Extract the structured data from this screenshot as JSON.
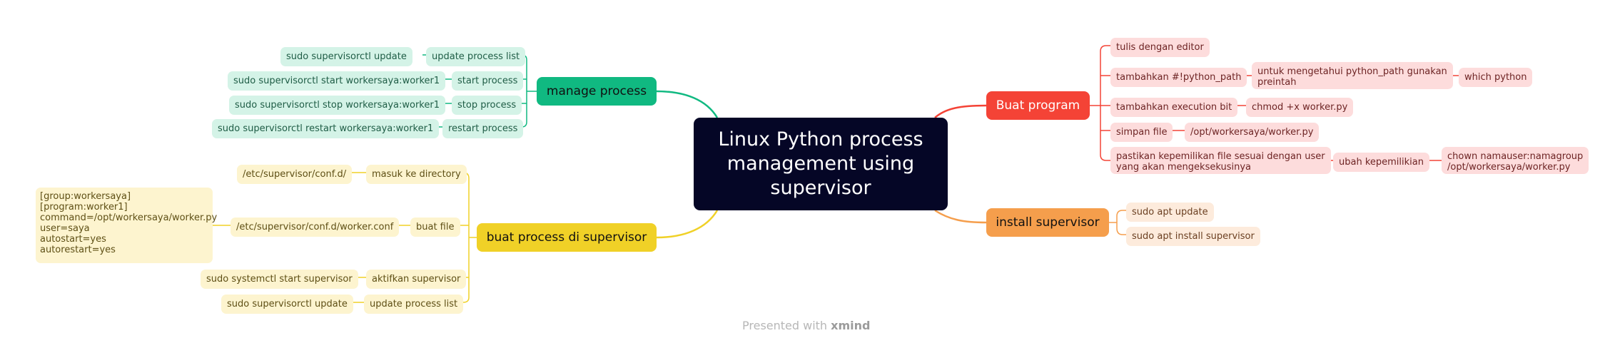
{
  "central": "Linux Python process management using supervisor",
  "colors": {
    "central": "#050626",
    "manage": "#10b981",
    "buat": "#f44336",
    "install": "#f59e4c",
    "supervisor": "#f0d127"
  },
  "topics": {
    "manage": "manage process",
    "buat_program": "Buat program",
    "install": "install supervisor",
    "supervisor": "buat process di supervisor"
  },
  "manage": {
    "update_list": "update process list",
    "update_cmd": "sudo supervisorctl update",
    "start": "start process",
    "start_cmd": "sudo supervisorctl start workersaya:worker1",
    "stop": "stop process",
    "stop_cmd": "sudo supervisorctl stop workersaya:worker1",
    "restart": "restart process",
    "restart_cmd": "sudo supervisorctl restart workersaya:worker1"
  },
  "supervisor": {
    "masuk": "masuk ke directory",
    "conf_dir": "/etc/supervisor/conf.d/",
    "buat_file": "buat file",
    "conf_file": "/etc/supervisor/conf.d/worker.conf",
    "conf_content": "[group:workersaya]\n[program:worker1]\ncommand=/opt/workersaya/worker.py\nuser=saya\nautostart=yes\nautorestart=yes",
    "aktifkan": "aktifkan supervisor",
    "systemctl": "sudo systemctl start supervisor",
    "update_list": "update process list",
    "update_cmd": "sudo supervisorctl update"
  },
  "buat": {
    "tulis": "tulis dengan editor",
    "tambahkan_path": "tambahkan #!python_path",
    "untuk": "untuk mengetahui python_path gunakan\npreintah",
    "which": "which python",
    "tambahkan_exec": "tambahkan execution bit",
    "chmod": "chmod +x worker.py",
    "simpan": "simpan file",
    "opt_path": "/opt/workersaya/worker.py",
    "pastikan": "pastikan kepemilikan file sesuai dengan user\nyang akan mengeksekusinya",
    "ubah": "ubah kepemilikian",
    "chown": "chown namauser:namagroup\n/opt/workersaya/worker.py"
  },
  "install": {
    "apt_update": "sudo apt update",
    "apt_install": "sudo apt install supervisor"
  },
  "footer": {
    "prefix": "Presented with",
    "brand": "xmind"
  }
}
